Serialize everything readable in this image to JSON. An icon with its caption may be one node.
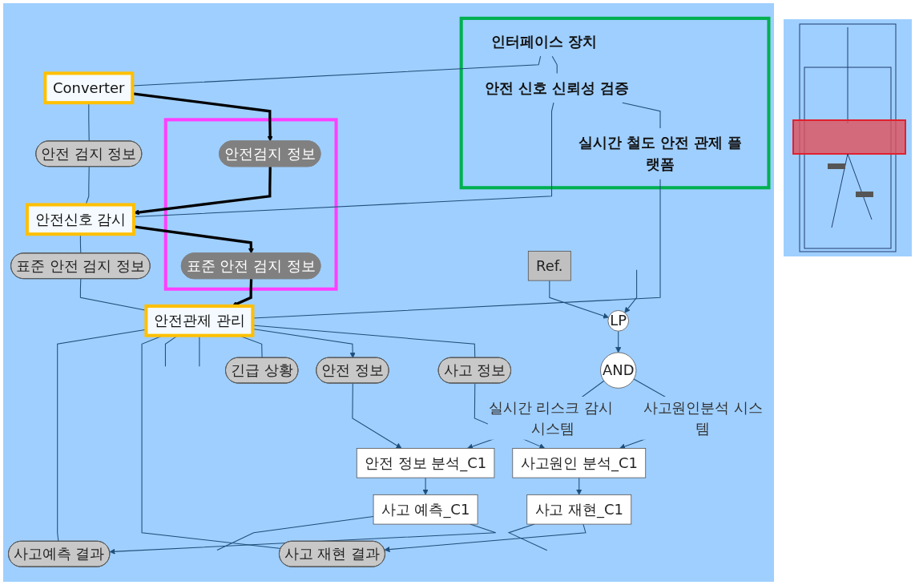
{
  "diagram": {
    "nodes": [
      {
        "text": [],
        "shape": "box"
      },
      {
        "text": [
          "인터페이스 장치"
        ],
        "in": 0
      },
      {
        "text": [
          "안전 신호 신뢰성 검증"
        ],
        "in": 0
      },
      {
        "text": [
          "실시간 철도 안전 관제 플랫폼"
        ],
        "in": 0
      },
      {
        "text": [],
        "shape": "box"
      },
      {
        "text": [
          "안전검지 정보"
        ],
        "in": 4
      },
      {
        "text": [
          "표준 안전 검지 정보"
        ],
        "in": 4
      },
      {
        "text": [
          "Converter"
        ]
      },
      {
        "text": [
          "안전신호 감시"
        ]
      },
      {
        "text": [
          "안전관제 관리"
        ]
      },
      {
        "text": [
          "안전 검지 정보"
        ]
      },
      {
        "text": [
          "표준 안전 검지 정보"
        ]
      },
      {
        "text": [
          "사고 정보"
        ]
      },
      {
        "text": [
          "사고 재현 결과"
        ]
      },
      {
        "text": [
          "사고원인 분석_C1"
        ]
      },
      {
        "text": [
          "사고 재현_C1"
        ]
      },
      {
        "text": [
          "사고예측 결과"
        ]
      },
      {
        "text": [
          "안전 정보"
        ]
      },
      {
        "text": [
          "안전 정보 분석_C1"
        ]
      },
      {
        "text": [
          "사고 예측_C1"
        ]
      },
      {
        "text": [
          "긴급 상황"
        ]
      },
      {
        "text": [
          "Ref."
        ]
      },
      {
        "text": [
          "LP"
        ]
      },
      {
        "text": [
          "AND"
        ]
      }
    ],
    "edges": [
      {
        "from": 1,
        "to": 2,
        "arrow": "none"
      },
      {
        "from": 2,
        "to": 3,
        "arrow": "none"
      },
      {
        "from": 1,
        "to": 7,
        "arrow": "none"
      },
      {
        "from": 2,
        "to": 8,
        "arrow": "none"
      },
      {
        "from": 3,
        "to": 9,
        "arrow": "none"
      },
      {
        "from": 7,
        "to": 5,
        "arrow": "to",
        "style": "thick",
        "color": "#000000"
      },
      {
        "from": 5,
        "to": 8,
        "arrow": "to",
        "style": "thick",
        "color": "#000000"
      },
      {
        "from": 8,
        "to": 6,
        "arrow": "to",
        "style": "thick",
        "color": "#000000"
      },
      {
        "from": 6,
        "to": 9,
        "arrow": "to",
        "style": "thick",
        "color": "#000000"
      },
      {
        "from": 7,
        "to": 10,
        "arrow": "none"
      },
      {
        "from": 10,
        "to": 8,
        "arrow": "none"
      },
      {
        "from": 8,
        "to": 11,
        "arrow": "none"
      },
      {
        "from": 11,
        "to": 9,
        "arrow": "none"
      },
      {
        "from": 9,
        "to": 12,
        "arrow": "none"
      },
      {
        "from": 12,
        "to": 14,
        "arrow": "to"
      },
      {
        "from": 14,
        "to": 15,
        "arrow": "to"
      },
      {
        "from": 15,
        "to": 13,
        "arrow": "to"
      },
      {
        "from": 13,
        "to": 9,
        "arrow": "none"
      },
      {
        "from": 9,
        "to": 17,
        "arrow": "to"
      },
      {
        "from": 17,
        "to": 18,
        "arrow": "to"
      },
      {
        "from": 18,
        "to": 19,
        "arrow": "to"
      },
      {
        "from": 19,
        "to": 16,
        "arrow": "to"
      },
      {
        "from": 16,
        "to": 9,
        "arrow": "none"
      },
      {
        "from": 9,
        "to": 20,
        "arrow": "none"
      },
      {
        "from": 21,
        "to": 22,
        "arrow": "to"
      },
      {
        "from": 22,
        "to": 23,
        "arrow": "to"
      },
      {
        "from": 23,
        "to": 14,
        "label": "사고원인분석 시스템",
        "arrow": "to"
      },
      {
        "from": 23,
        "to": 18,
        "label": "실시간 리스크 감시 시스템",
        "arrow": "to"
      },
      {
        "from": null,
        "to": 22,
        "arrow": "to"
      },
      {
        "from": 15,
        "to": null,
        "arrow": "none"
      },
      {
        "from": 19,
        "to": null,
        "arrow": "none"
      },
      {
        "from": 9,
        "to": null,
        "arrow": "none"
      },
      {
        "from": 9,
        "to": null,
        "arrow": "none"
      }
    ]
  }
}
